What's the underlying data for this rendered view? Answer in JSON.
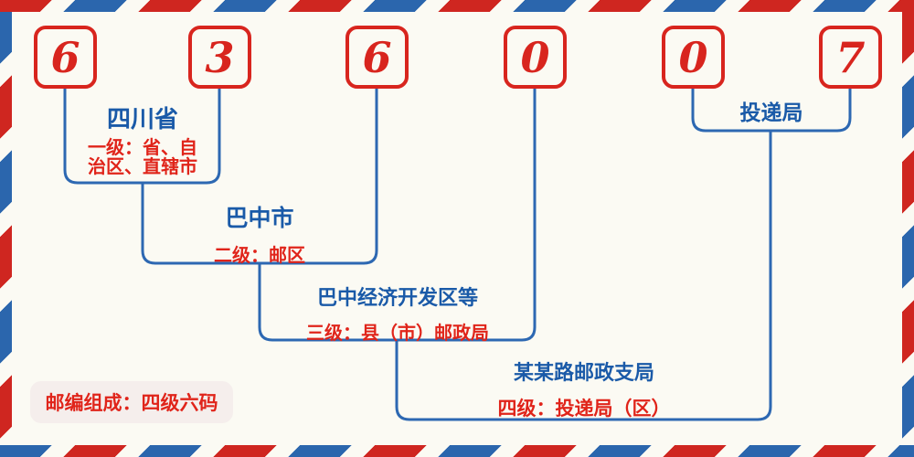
{
  "postal_code": {
    "digits": [
      "6",
      "3",
      "6",
      "0",
      "0",
      "7"
    ],
    "full": "636007"
  },
  "levels": [
    {
      "name": "四川省",
      "desc_lines": [
        "一级：省、自",
        "治区、直辖市"
      ]
    },
    {
      "name": "巴中市",
      "desc_lines": [
        "二级：邮区"
      ]
    },
    {
      "name": "巴中经济开发区等",
      "desc_lines": [
        "三级：县（市）邮政局"
      ]
    },
    {
      "name": "某某路邮政支局",
      "desc_lines": [
        "四级：投递局（区）"
      ]
    },
    {
      "name": "投递局",
      "desc_lines": []
    }
  ],
  "footer": {
    "composition_note": "邮编组成：四级六码"
  },
  "colors": {
    "digit_red": "#d8251e",
    "desc_red": "#e0241a",
    "title_blue": "#1a5aa8",
    "line_blue": "#2d68b2",
    "stripe_red": "#cf2620",
    "stripe_blue": "#2b66ad",
    "background": "#fbfaf3",
    "badge_background": "#f5eeec"
  }
}
